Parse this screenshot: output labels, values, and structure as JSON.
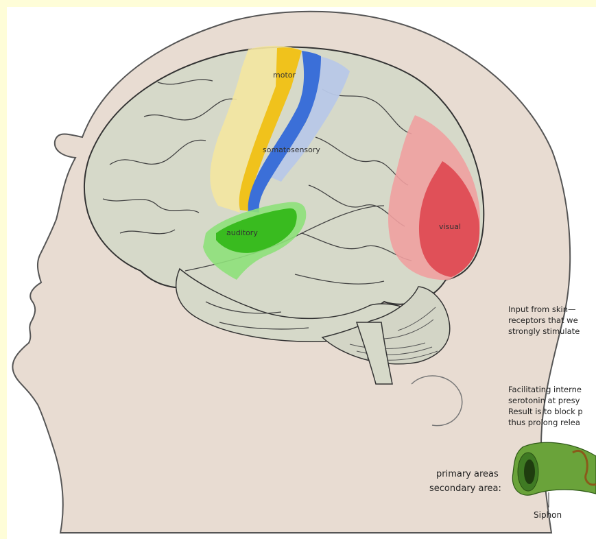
{
  "colors": {
    "frame": "#fefdd8",
    "head": "#e8dcd2",
    "brain": "#d6d9c9",
    "motor_primary": "#f0c21c",
    "motor_secondary": "#f4e6a0",
    "somatosensory_primary": "#3b6fd8",
    "somatosensory_secondary": "#b8c8e8",
    "auditory_primary": "#39bb1f",
    "auditory_secondary": "#8ee07a",
    "visual_primary": "#e05058",
    "visual_secondary": "#f0a0a0",
    "siphon": "#6aa33a"
  },
  "regions": {
    "motor": "motor",
    "somatosensory": "somatosensory",
    "auditory": "auditory",
    "visual": "visual"
  },
  "side_text": {
    "input_lines": [
      "Input from skin—",
      "receptors that we",
      "strongly stimulate"
    ],
    "facilitating_lines": [
      "Facilitating interne",
      "serotonin at presy",
      "Result is to block p",
      "thus prolong relea"
    ]
  },
  "legend": {
    "primary": "primary areas",
    "secondary": "secondary area:"
  },
  "siphon_label": "Siphon"
}
